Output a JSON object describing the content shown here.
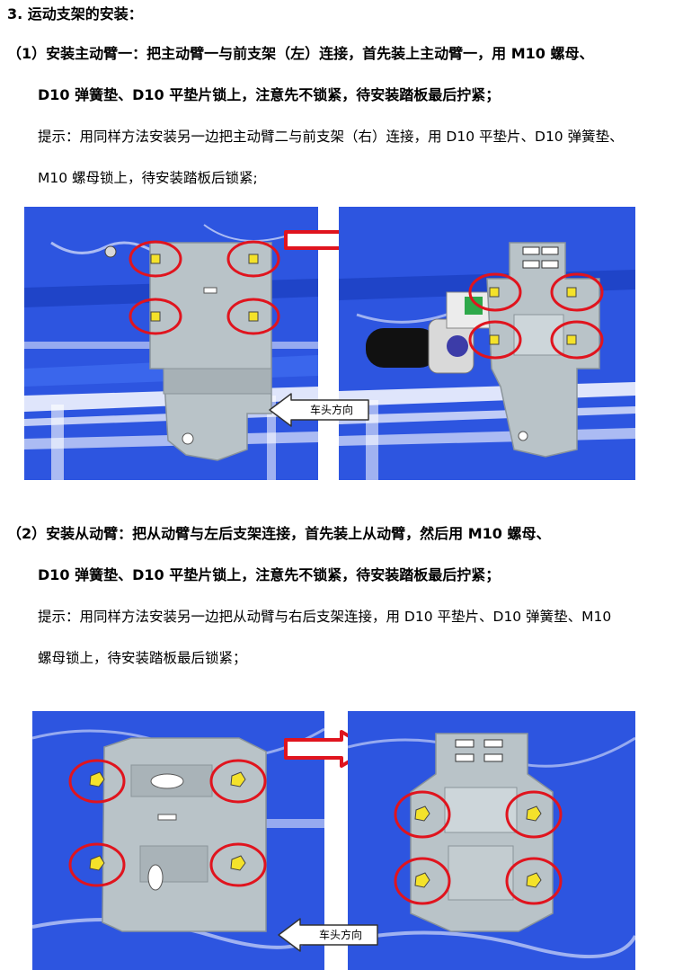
{
  "section": {
    "title": "3. 运动支架的安装："
  },
  "step1": {
    "heading_line1": "（1）安装主动臂一：把主动臂一与前支架（左）连接，首先装上主动臂一，用 M10 螺母、",
    "heading_line2": "D10 弹簧垫、D10 平垫片锁上，注意先不锁紧，待安装踏板最后拧紧；",
    "tip_line1": "提示：用同样方法安装另一边把主动臂二与前支架（右）连接，用 D10 平垫片、D10 弹簧垫、",
    "tip_line2": "M10 螺母锁上，待安装踏板后锁紧;",
    "direction_label": "车头方向"
  },
  "step2": {
    "heading_line1": "（2）安装从动臂：把从动臂与左后支架连接，首先装上从动臂，然后用 M10 螺母、",
    "heading_line2": "D10 弹簧垫、D10 平垫片锁上，注意先不锁紧，待安装踏板最后拧紧；",
    "tip_line1": "提示：用同样方法安装另一边把从动臂与右后支架连接，用 D10 平垫片、D10 弹簧垫、M10",
    "tip_line2": "螺母锁上，待安装踏板最后锁紧；",
    "direction_label": "车头方向"
  },
  "colors": {
    "frame_blue": "#2d55e0",
    "bracket_grey": "#b9c3c8",
    "highlight_red": "#e0141e",
    "bolt_yellow": "#f4e22a"
  }
}
